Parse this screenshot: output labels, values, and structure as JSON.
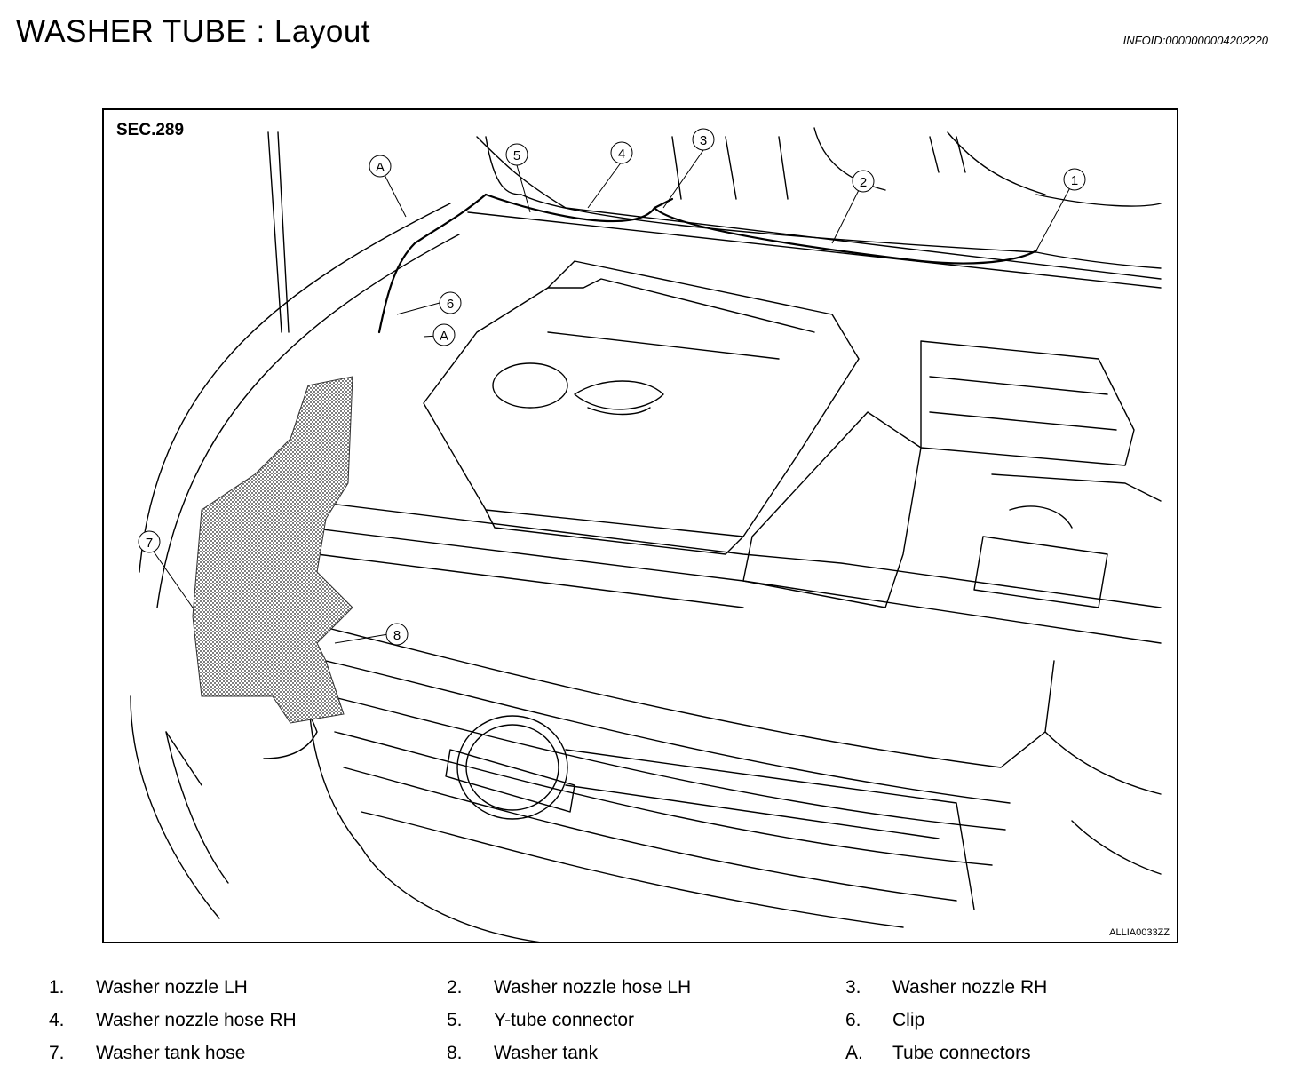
{
  "header": {
    "title": "WASHER TUBE : Layout",
    "info_id": "INFOID:0000000004202220"
  },
  "figure": {
    "section": "SEC.289",
    "figure_id": "ALLIA0033ZZ",
    "callouts": [
      "1",
      "2",
      "3",
      "4",
      "5",
      "6",
      "7",
      "8",
      "A",
      "A"
    ]
  },
  "legend": {
    "items": [
      {
        "num": "1.",
        "label": "Washer nozzle LH"
      },
      {
        "num": "2.",
        "label": "Washer nozzle hose LH"
      },
      {
        "num": "3.",
        "label": "Washer nozzle RH"
      },
      {
        "num": "4.",
        "label": "Washer nozzle hose RH"
      },
      {
        "num": "5.",
        "label": "Y-tube connector"
      },
      {
        "num": "6.",
        "label": "Clip"
      },
      {
        "num": "7.",
        "label": "Washer tank hose"
      },
      {
        "num": "8.",
        "label": "Washer tank"
      },
      {
        "num": "A.",
        "label": "Tube connectors"
      }
    ]
  }
}
